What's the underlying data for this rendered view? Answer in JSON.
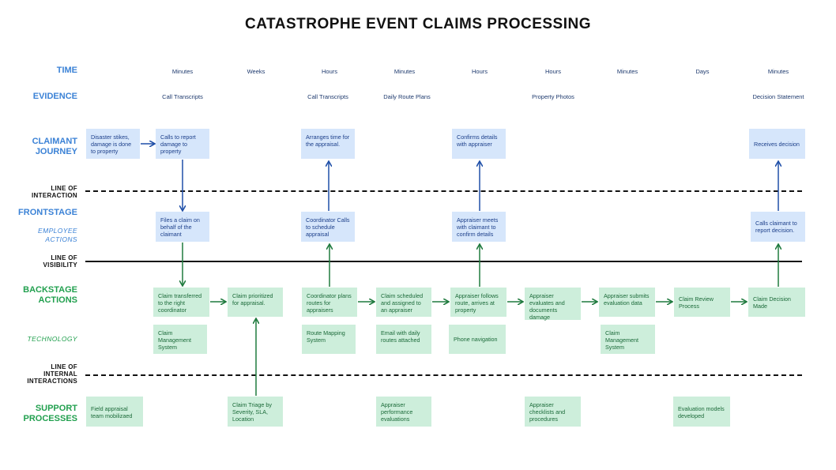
{
  "title": "CATASTROPHE EVENT CLAIMS PROCESSING",
  "lanes": {
    "time": "TIME",
    "evidence": "EVIDENCE",
    "claimant": [
      "CLAIMANT",
      "JOURNEY"
    ],
    "line_interaction": [
      "LINE OF",
      "INTERACTION"
    ],
    "frontstage": "FRONTSTAGE",
    "employee_actions": [
      "EMPLOYEE",
      "ACTIONS"
    ],
    "line_visibility": [
      "LINE OF",
      "VISIBILITY"
    ],
    "backstage": [
      "BACKSTAGE",
      "ACTIONS"
    ],
    "technology": "TECHNOLOGY",
    "line_internal": [
      "LINE OF",
      "INTERNAL",
      "INTERACTIONS"
    ],
    "support": [
      "SUPPORT",
      "PROCESSES"
    ]
  },
  "time": [
    "Minutes",
    "Weeks",
    "Hours",
    "Minutes",
    "Hours",
    "Hours",
    "Minutes",
    "Days",
    "Minutes"
  ],
  "evidence": [
    "Call Transcripts",
    "",
    "Call Transcripts",
    "Daily Route Plans",
    "",
    "Property Photos",
    "",
    "",
    "Decision Statement"
  ],
  "claimant": {
    "c0": "Disaster stikes, damage is done to property",
    "c1": "Calls to report damage to property",
    "c3": "Arranges time for the appraisal.",
    "c5": "Confirms details with appraiser",
    "c9": "Receives decision"
  },
  "frontstage": {
    "c1": "Files a claim on behalf of the claimant",
    "c3": "Coordinator Calls to schedule appraisal",
    "c5": "Appraiser meets with claimant to confirm details",
    "c9": "Calls claimant to report decision."
  },
  "backstage": {
    "c1": "Claim transferred to the right coordinator",
    "c2": "Claim prioritized for appraisal.",
    "c3": "Coordinator plans routes for appraisers",
    "c4": "Claim scheduled and assigned to an appraiser",
    "c5": "Appraiser follows route, arrives at property",
    "c6": "Appraiser evaluates and documents damage",
    "c7": "Appraiser submits evaluation data",
    "c8": "Claim Review Process",
    "c9": "Claim Decision Made"
  },
  "technology": {
    "c1": "Claim Management System",
    "c3": "Route Mapping System",
    "c4": "Email with daily routes attached",
    "c5": "Phone navigation",
    "c7": "Claim Management System"
  },
  "support": {
    "c0": "Field appraisal team mobilizaed",
    "c2": "Claim Triage by Severity, SLA, Location",
    "c4": "Appraiser performance evaluations",
    "c6": "Appraiser checklists and procedures",
    "c8": "Evaluation models developed"
  },
  "colors": {
    "blue_text": "#3b82d6",
    "green_text": "#22a04f",
    "blue_card": "#d6e6fb",
    "green_card": "#cdeedb",
    "blue_arrow": "#1f4fa8",
    "green_arrow": "#1f7a3e"
  }
}
